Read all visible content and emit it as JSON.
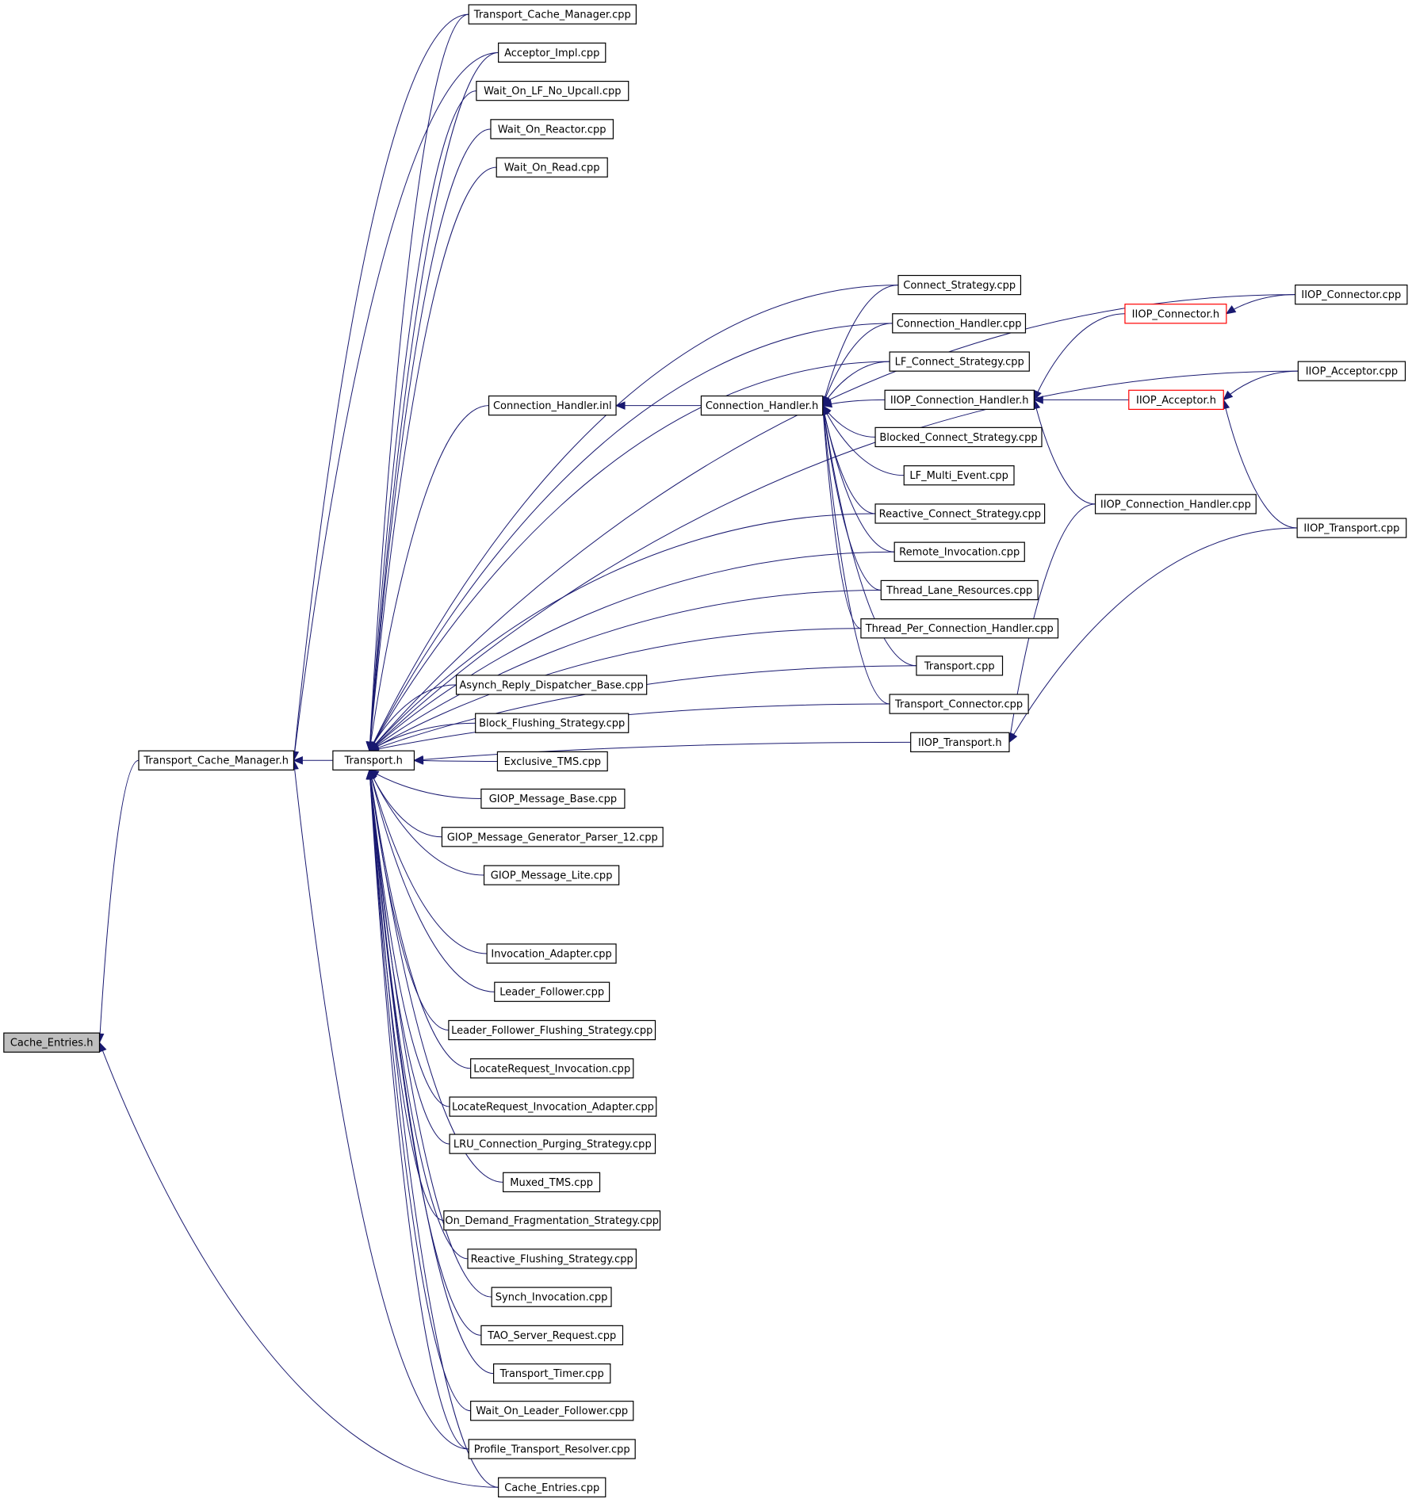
{
  "graph": {
    "nodes": [
      {
        "id": "cache_entries_h",
        "label": "Cache_Entries.h",
        "root": true
      },
      {
        "id": "tcm_h",
        "label": "Transport_Cache_Manager.h"
      },
      {
        "id": "transport_h",
        "label": "Transport.h"
      },
      {
        "id": "tcm_cpp",
        "label": "Transport_Cache_Manager.cpp"
      },
      {
        "id": "acceptor_impl",
        "label": "Acceptor_Impl.cpp"
      },
      {
        "id": "wait_lf_noup",
        "label": "Wait_On_LF_No_Upcall.cpp"
      },
      {
        "id": "wait_reactor",
        "label": "Wait_On_Reactor.cpp"
      },
      {
        "id": "wait_read",
        "label": "Wait_On_Read.cpp"
      },
      {
        "id": "ch_inl",
        "label": "Connection_Handler.inl"
      },
      {
        "id": "ch_h",
        "label": "Connection_Handler.h"
      },
      {
        "id": "connect_strategy",
        "label": "Connect_Strategy.cpp"
      },
      {
        "id": "ch_cpp",
        "label": "Connection_Handler.cpp"
      },
      {
        "id": "lf_connect",
        "label": "LF_Connect_Strategy.cpp"
      },
      {
        "id": "iiop_ch_h",
        "label": "IIOP_Connection_Handler.h"
      },
      {
        "id": "blocked_cs",
        "label": "Blocked_Connect_Strategy.cpp"
      },
      {
        "id": "lf_multi",
        "label": "LF_Multi_Event.cpp"
      },
      {
        "id": "reactive_cs",
        "label": "Reactive_Connect_Strategy.cpp"
      },
      {
        "id": "remote_inv",
        "label": "Remote_Invocation.cpp"
      },
      {
        "id": "thread_lane",
        "label": "Thread_Lane_Resources.cpp"
      },
      {
        "id": "tpch",
        "label": "Thread_Per_Connection_Handler.cpp"
      },
      {
        "id": "transport_cpp",
        "label": "Transport.cpp"
      },
      {
        "id": "transport_conn",
        "label": "Transport_Connector.cpp"
      },
      {
        "id": "iiop_transport_h",
        "label": "IIOP_Transport.h"
      },
      {
        "id": "iiop_connector_h",
        "label": "IIOP_Connector.h",
        "red": true
      },
      {
        "id": "iiop_acceptor_h",
        "label": "IIOP_Acceptor.h",
        "red": true
      },
      {
        "id": "iiop_ch_cpp",
        "label": "IIOP_Connection_Handler.cpp"
      },
      {
        "id": "iiop_connector_cpp",
        "label": "IIOP_Connector.cpp"
      },
      {
        "id": "iiop_acceptor_cpp",
        "label": "IIOP_Acceptor.cpp"
      },
      {
        "id": "iiop_transport_cpp",
        "label": "IIOP_Transport.cpp"
      },
      {
        "id": "asynch_rdb",
        "label": "Asynch_Reply_Dispatcher_Base.cpp"
      },
      {
        "id": "block_flush",
        "label": "Block_Flushing_Strategy.cpp"
      },
      {
        "id": "exclusive_tms",
        "label": "Exclusive_TMS.cpp"
      },
      {
        "id": "giop_mb",
        "label": "GIOP_Message_Base.cpp"
      },
      {
        "id": "giop_mgp12",
        "label": "GIOP_Message_Generator_Parser_12.cpp"
      },
      {
        "id": "giop_ml",
        "label": "GIOP_Message_Lite.cpp"
      },
      {
        "id": "inv_adapter",
        "label": "Invocation_Adapter.cpp"
      },
      {
        "id": "leader_follower",
        "label": "Leader_Follower.cpp"
      },
      {
        "id": "lf_flushing",
        "label": "Leader_Follower_Flushing_Strategy.cpp"
      },
      {
        "id": "locate_inv",
        "label": "LocateRequest_Invocation.cpp"
      },
      {
        "id": "locate_inv_adapter",
        "label": "LocateRequest_Invocation_Adapter.cpp"
      },
      {
        "id": "lru_purging",
        "label": "LRU_Connection_Purging_Strategy.cpp"
      },
      {
        "id": "muxed_tms",
        "label": "Muxed_TMS.cpp"
      },
      {
        "id": "on_demand_frag",
        "label": "On_Demand_Fragmentation_Strategy.cpp"
      },
      {
        "id": "reactive_flush",
        "label": "Reactive_Flushing_Strategy.cpp"
      },
      {
        "id": "synch_inv",
        "label": "Synch_Invocation.cpp"
      },
      {
        "id": "tao_server_req",
        "label": "TAO_Server_Request.cpp"
      },
      {
        "id": "transport_timer",
        "label": "Transport_Timer.cpp"
      },
      {
        "id": "wait_lf",
        "label": "Wait_On_Leader_Follower.cpp"
      },
      {
        "id": "profile_tr",
        "label": "Profile_Transport_Resolver.cpp"
      },
      {
        "id": "cache_entries_cpp",
        "label": "Cache_Entries.cpp"
      }
    ],
    "edges": [
      [
        "tcm_h",
        "cache_entries_h"
      ],
      [
        "cache_entries_cpp",
        "cache_entries_h"
      ],
      [
        "transport_h",
        "tcm_h"
      ],
      [
        "tcm_cpp",
        "tcm_h"
      ],
      [
        "acceptor_impl",
        "tcm_h"
      ],
      [
        "profile_tr",
        "tcm_h"
      ],
      [
        "tcm_cpp",
        "transport_h"
      ],
      [
        "acceptor_impl",
        "transport_h"
      ],
      [
        "wait_lf_noup",
        "transport_h"
      ],
      [
        "wait_reactor",
        "transport_h"
      ],
      [
        "wait_read",
        "transport_h"
      ],
      [
        "ch_inl",
        "transport_h"
      ],
      [
        "connect_strategy",
        "transport_h"
      ],
      [
        "ch_cpp",
        "transport_h"
      ],
      [
        "lf_connect",
        "transport_h"
      ],
      [
        "reactive_cs",
        "transport_h"
      ],
      [
        "remote_inv",
        "transport_h"
      ],
      [
        "thread_lane",
        "transport_h"
      ],
      [
        "tpch",
        "transport_h"
      ],
      [
        "transport_cpp",
        "transport_h"
      ],
      [
        "transport_conn",
        "transport_h"
      ],
      [
        "iiop_transport_h",
        "transport_h"
      ],
      [
        "iiop_connector_cpp",
        "transport_h"
      ],
      [
        "iiop_acceptor_cpp",
        "transport_h"
      ],
      [
        "asynch_rdb",
        "transport_h"
      ],
      [
        "block_flush",
        "transport_h"
      ],
      [
        "exclusive_tms",
        "transport_h"
      ],
      [
        "giop_mb",
        "transport_h"
      ],
      [
        "giop_mgp12",
        "transport_h"
      ],
      [
        "giop_ml",
        "transport_h"
      ],
      [
        "inv_adapter",
        "transport_h"
      ],
      [
        "leader_follower",
        "transport_h"
      ],
      [
        "lf_flushing",
        "transport_h"
      ],
      [
        "locate_inv",
        "transport_h"
      ],
      [
        "locate_inv_adapter",
        "transport_h"
      ],
      [
        "lru_purging",
        "transport_h"
      ],
      [
        "muxed_tms",
        "transport_h"
      ],
      [
        "on_demand_frag",
        "transport_h"
      ],
      [
        "reactive_flush",
        "transport_h"
      ],
      [
        "synch_inv",
        "transport_h"
      ],
      [
        "tao_server_req",
        "transport_h"
      ],
      [
        "transport_timer",
        "transport_h"
      ],
      [
        "wait_lf",
        "transport_h"
      ],
      [
        "profile_tr",
        "transport_h"
      ],
      [
        "cache_entries_cpp",
        "transport_h"
      ],
      [
        "ch_h",
        "ch_inl"
      ],
      [
        "connect_strategy",
        "ch_h"
      ],
      [
        "ch_cpp",
        "ch_h"
      ],
      [
        "lf_connect",
        "ch_h"
      ],
      [
        "iiop_ch_h",
        "ch_h"
      ],
      [
        "blocked_cs",
        "ch_h"
      ],
      [
        "lf_multi",
        "ch_h"
      ],
      [
        "reactive_cs",
        "ch_h"
      ],
      [
        "remote_inv",
        "ch_h"
      ],
      [
        "thread_lane",
        "ch_h"
      ],
      [
        "tpch",
        "ch_h"
      ],
      [
        "transport_cpp",
        "ch_h"
      ],
      [
        "transport_conn",
        "ch_h"
      ],
      [
        "iiop_connector_h",
        "iiop_ch_h"
      ],
      [
        "iiop_acceptor_h",
        "iiop_ch_h"
      ],
      [
        "iiop_ch_cpp",
        "iiop_ch_h"
      ],
      [
        "iiop_connector_cpp",
        "iiop_connector_h"
      ],
      [
        "iiop_acceptor_cpp",
        "iiop_acceptor_h"
      ],
      [
        "iiop_transport_cpp",
        "iiop_acceptor_h"
      ],
      [
        "iiop_ch_cpp",
        "iiop_transport_h"
      ],
      [
        "iiop_transport_cpp",
        "iiop_transport_h"
      ]
    ]
  },
  "colors": {
    "edge": "#191970",
    "root_fill": "#bfbfbf",
    "red_border": "#ff0000"
  }
}
